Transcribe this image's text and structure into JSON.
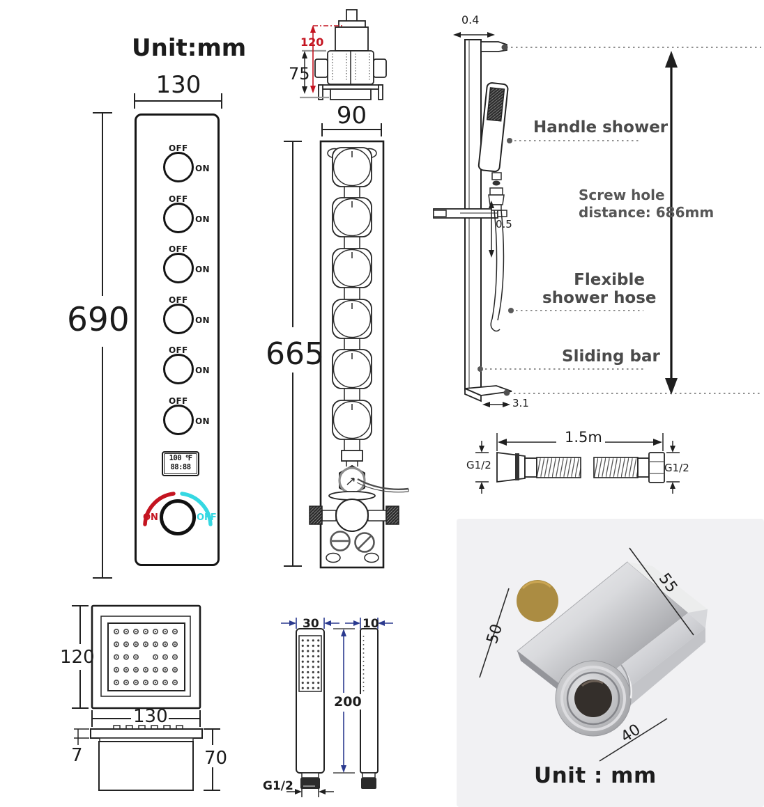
{
  "colors": {
    "line": "#222222",
    "red": "#c41420",
    "cyan": "#35d8e2",
    "blue": "#2b3a8f",
    "gray_label": "#4a4a4a",
    "photo_bg": "#f1f1f3",
    "brass": "#ab8c42"
  },
  "top_left": {
    "unit_label": "Unit:mm",
    "width_dim": "130",
    "height_dim": "690",
    "knobs": [
      {
        "off": "OFF",
        "on": "ON"
      },
      {
        "off": "OFF",
        "on": "ON"
      },
      {
        "off": "OFF",
        "on": "ON"
      },
      {
        "off": "OFF",
        "on": "ON"
      },
      {
        "off": "OFF",
        "on": "ON"
      },
      {
        "off": "OFF",
        "on": "ON"
      }
    ],
    "display": {
      "line1": "100 ℉",
      "line2": "88:88"
    },
    "temp": {
      "on_label": "ON",
      "off_label": "OFF"
    }
  },
  "valve": {
    "red_height": "120",
    "depth": "75",
    "width": "90",
    "plate_height": "665"
  },
  "slider": {
    "top_width": "0.4",
    "handle_label": "Handle shower",
    "screw_line1": "Screw hole",
    "screw_line2": "distance: 686mm",
    "bracket_gap": "0.5",
    "flexible_line1": "Flexible",
    "flexible_line2": "shower hose",
    "bar_label": "Sliding bar",
    "foot_depth": "3.1"
  },
  "hose": {
    "length": "1.5m",
    "left_thread": "G1/2",
    "right_thread": "G1/2"
  },
  "head": {
    "face_height": "120",
    "face_width": "130",
    "plate_thickness": "7",
    "body_depth": "70"
  },
  "hand": {
    "width": "30",
    "depth": "10",
    "length": "200",
    "thread": "G1/2"
  },
  "connector": {
    "dim_left": "50",
    "dim_right": "55",
    "dim_bottom": "40",
    "unit_label": "Unit : mm"
  }
}
